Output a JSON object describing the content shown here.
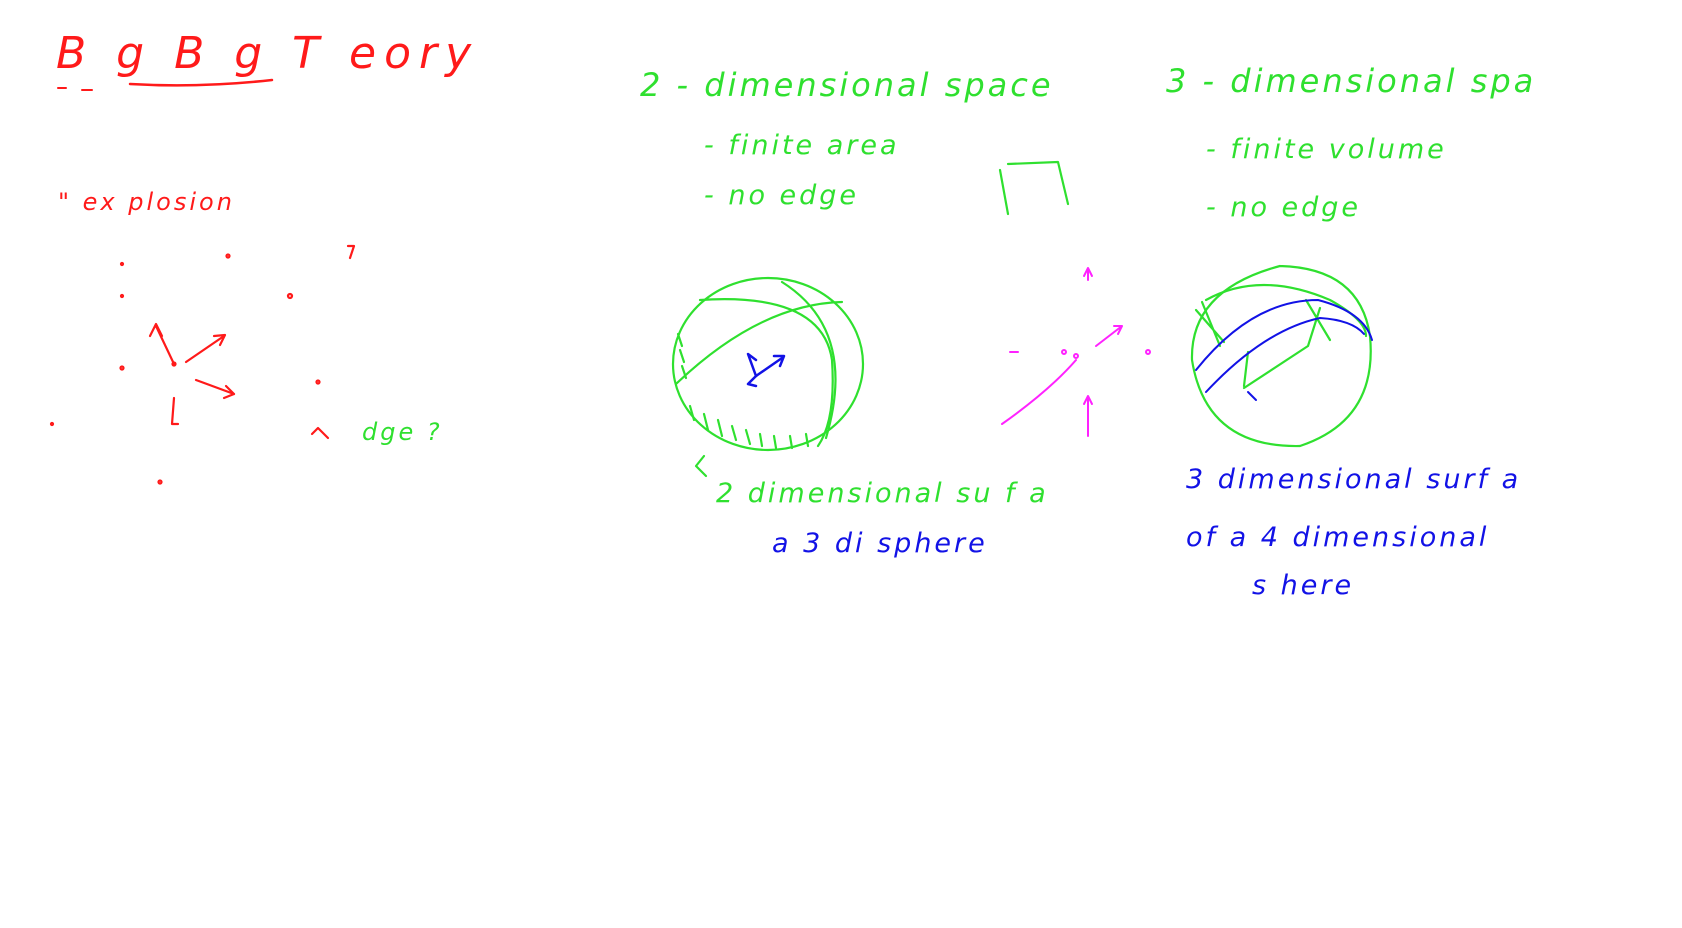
{
  "colors": {
    "red": "#ff1a1a",
    "green": "#2fe02f",
    "blue": "#1212e6",
    "magenta": "#ff22ff",
    "background": "#ffffff"
  },
  "left": {
    "title": "B g B g T eory",
    "explosion_label": "\" ex plosion",
    "edge_label": "dge ?"
  },
  "two_d": {
    "heading": "2 - dimensional space",
    "bullet_1": "- finite area",
    "bullet_2": "- no edge",
    "caption_line_1": "2 dimensional su f a",
    "caption_line_2": "a 3 di sphere"
  },
  "three_d": {
    "heading": "3 - dimensional spa",
    "bullet_1": "- finite volume",
    "bullet_2": "- no edge",
    "caption_line_1": "3 dimensional surf a",
    "caption_line_2": "of a 4 dimensional",
    "caption_line_3": "s here"
  },
  "icons": [
    "explosion-arrows-icon",
    "globe-sketch-icon",
    "growth-arrows-icon",
    "hypersphere-sketch-icon"
  ]
}
